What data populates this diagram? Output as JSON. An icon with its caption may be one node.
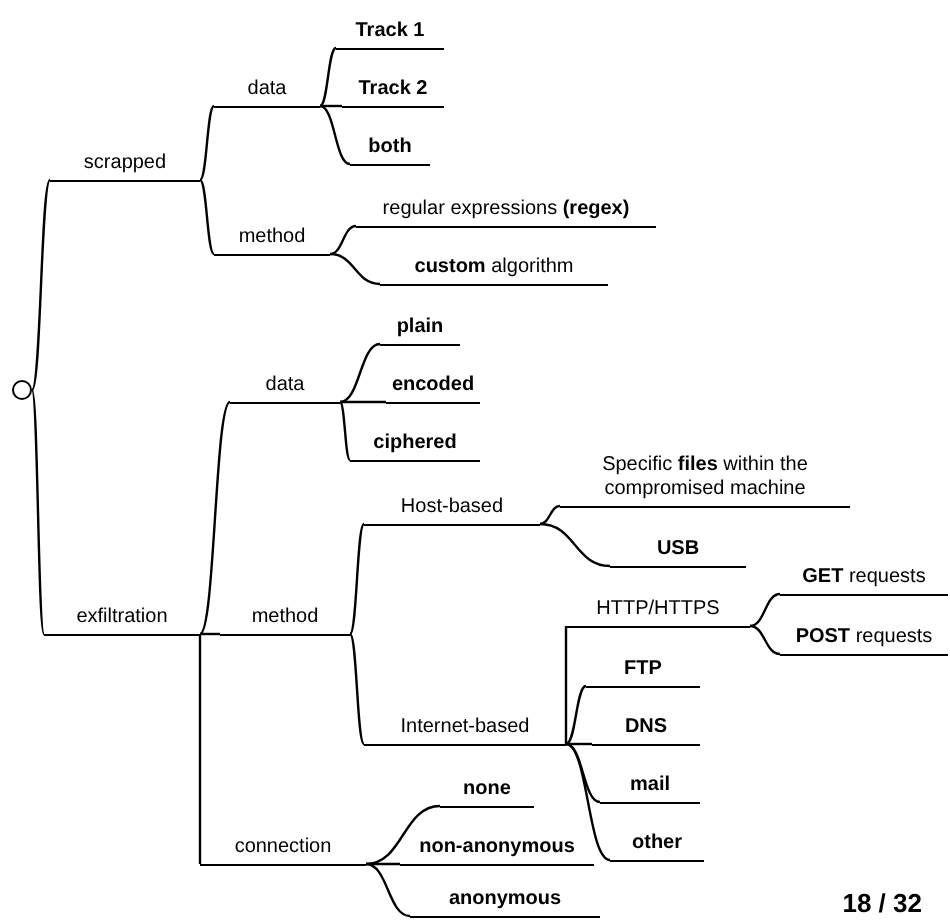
{
  "diagram": {
    "nodes": [
      {
        "text": [],
        "shape": "circle"
      },
      {
        "text": [
          "scrapped"
        ]
      },
      {
        "text": [
          "data"
        ]
      },
      {
        "text": [
          "Track 1"
        ]
      },
      {
        "text": [
          "Track 2"
        ]
      },
      {
        "text": [
          "both"
        ]
      },
      {
        "text": [
          "method"
        ]
      },
      {
        "text": [
          "regular expressions **(regex)**"
        ]
      },
      {
        "text": [
          "**custom** algorithm"
        ]
      },
      {
        "text": [
          "exfiltration"
        ]
      },
      {
        "text": [
          "data"
        ]
      },
      {
        "text": [
          "plain"
        ]
      },
      {
        "text": [
          "encoded"
        ]
      },
      {
        "text": [
          "ciphered"
        ]
      },
      {
        "text": [
          "method"
        ]
      },
      {
        "text": [
          "Host-based"
        ]
      },
      {
        "text": [
          "Specific **files** within the compromised machine"
        ]
      },
      {
        "text": [
          "USB"
        ]
      },
      {
        "text": [
          "Internet-based"
        ]
      },
      {
        "text": [
          "HTTP/HTTPS"
        ]
      },
      {
        "text": [
          "**GET** requests"
        ]
      },
      {
        "text": [
          "**POST** requests"
        ]
      },
      {
        "text": [
          "FTP"
        ]
      },
      {
        "text": [
          "DNS"
        ]
      },
      {
        "text": [
          "mail"
        ]
      },
      {
        "text": [
          "other"
        ]
      },
      {
        "text": [
          "connection"
        ]
      },
      {
        "text": [
          "none"
        ]
      },
      {
        "text": [
          "non-anonymous"
        ]
      },
      {
        "text": [
          "anonymous"
        ]
      }
    ],
    "edges": [
      {
        "from": 0,
        "to": 1,
        "arrow": "none"
      },
      {
        "from": 0,
        "to": 9,
        "arrow": "none"
      },
      {
        "from": 1,
        "to": 2,
        "arrow": "none"
      },
      {
        "from": 1,
        "to": 6,
        "arrow": "none"
      },
      {
        "from": 2,
        "to": 3,
        "arrow": "none"
      },
      {
        "from": 2,
        "to": 4,
        "arrow": "none"
      },
      {
        "from": 2,
        "to": 5,
        "arrow": "none"
      },
      {
        "from": 6,
        "to": 7,
        "arrow": "none"
      },
      {
        "from": 6,
        "to": 8,
        "arrow": "none"
      },
      {
        "from": 9,
        "to": 10,
        "arrow": "none"
      },
      {
        "from": 9,
        "to": 14,
        "arrow": "none"
      },
      {
        "from": 9,
        "to": 26,
        "arrow": "none"
      },
      {
        "from": 10,
        "to": 11,
        "arrow": "none"
      },
      {
        "from": 10,
        "to": 12,
        "arrow": "none"
      },
      {
        "from": 10,
        "to": 13,
        "arrow": "none"
      },
      {
        "from": 14,
        "to": 15,
        "arrow": "none"
      },
      {
        "from": 14,
        "to": 18,
        "arrow": "none"
      },
      {
        "from": 15,
        "to": 16,
        "arrow": "none"
      },
      {
        "from": 15,
        "to": 17,
        "arrow": "none"
      },
      {
        "from": 18,
        "to": 19,
        "arrow": "none"
      },
      {
        "from": 18,
        "to": 22,
        "arrow": "none"
      },
      {
        "from": 18,
        "to": 23,
        "arrow": "none"
      },
      {
        "from": 18,
        "to": 24,
        "arrow": "none"
      },
      {
        "from": 18,
        "to": 25,
        "arrow": "none"
      },
      {
        "from": 19,
        "to": 20,
        "arrow": "none"
      },
      {
        "from": 19,
        "to": 21,
        "arrow": "none"
      },
      {
        "from": 26,
        "to": 27,
        "arrow": "none"
      },
      {
        "from": 26,
        "to": 28,
        "arrow": "none"
      },
      {
        "from": 26,
        "to": 29,
        "arrow": "none"
      }
    ],
    "labels": [
      "18 / 32"
    ]
  }
}
